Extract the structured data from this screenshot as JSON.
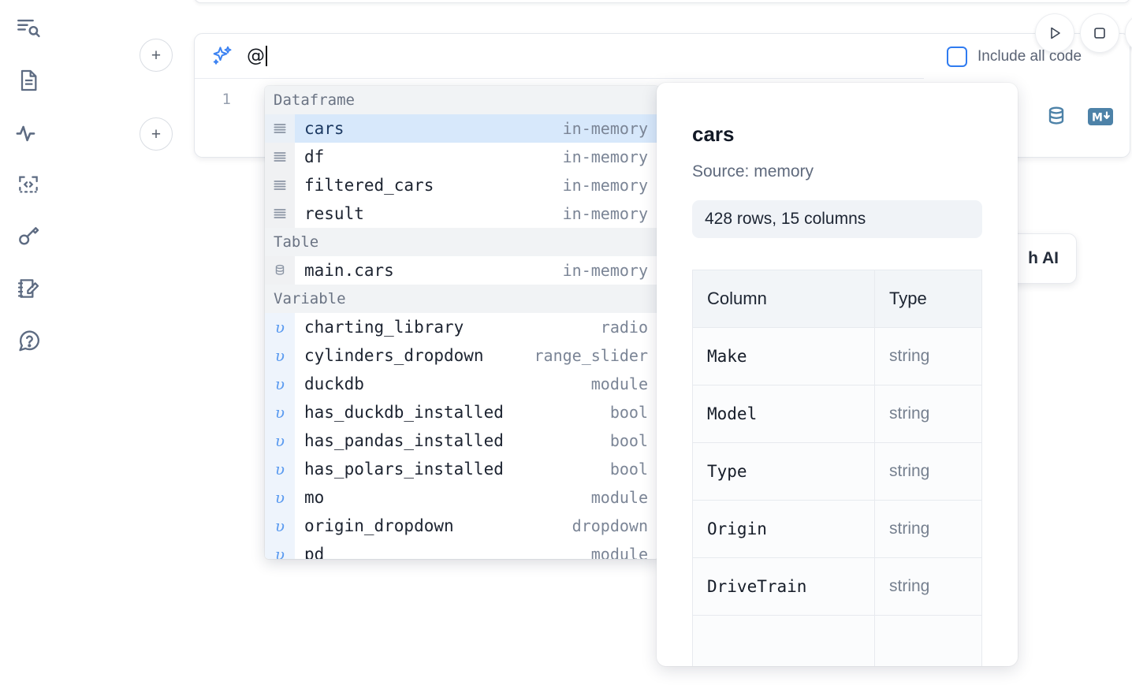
{
  "rail": {
    "items": [
      {
        "name": "explore-outline-icon",
        "label": "Outline"
      },
      {
        "name": "file-document-icon",
        "label": "Notebook files"
      },
      {
        "name": "activity-variables-icon",
        "label": "Variables"
      },
      {
        "name": "snippets-code-icon",
        "label": "Snippets"
      },
      {
        "name": "secrets-key-icon",
        "label": "Secrets"
      },
      {
        "name": "scratchpad-edit-icon",
        "label": "Scratchpad"
      },
      {
        "name": "help-chat-icon",
        "label": "Help"
      }
    ]
  },
  "cells": {
    "add_button_label": "+",
    "line_number": "1"
  },
  "ai_prompt": {
    "icon": "sparkles-icon",
    "value": "@",
    "include_all_code_label": "Include all code",
    "include_all_code_checked": false
  },
  "run_controls": {
    "play_label": "Run cell",
    "stop_label": "Interrupt",
    "extra_label": "More"
  },
  "cell_toolbar": {
    "database_icon_label": "Database",
    "markdown_icon_label": "M↓"
  },
  "floating_card": {
    "text": "h AI"
  },
  "autocomplete": {
    "sections": [
      {
        "header": "Dataframe",
        "icon": "lines-dataframe-icon",
        "kind": "dataframe",
        "items": [
          {
            "name": "cars",
            "meta": "in-memory",
            "selected": true
          },
          {
            "name": "df",
            "meta": "in-memory",
            "selected": false
          },
          {
            "name": "filtered_cars",
            "meta": "in-memory",
            "selected": false
          },
          {
            "name": "result",
            "meta": "in-memory",
            "selected": false
          }
        ]
      },
      {
        "header": "Table",
        "icon": "database-table-icon",
        "kind": "table",
        "items": [
          {
            "name": "main.cars",
            "meta": "in-memory",
            "selected": false
          }
        ]
      },
      {
        "header": "Variable",
        "icon": "variable-upsilon-icon",
        "kind": "variable",
        "items": [
          {
            "name": "charting_library",
            "meta": "radio",
            "selected": false
          },
          {
            "name": "cylinders_dropdown",
            "meta": "range_slider",
            "selected": false
          },
          {
            "name": "duckdb",
            "meta": "module",
            "selected": false
          },
          {
            "name": "has_duckdb_installed",
            "meta": "bool",
            "selected": false
          },
          {
            "name": "has_pandas_installed",
            "meta": "bool",
            "selected": false
          },
          {
            "name": "has_polars_installed",
            "meta": "bool",
            "selected": false
          },
          {
            "name": "mo",
            "meta": "module",
            "selected": false
          },
          {
            "name": "origin_dropdown",
            "meta": "dropdown",
            "selected": false
          },
          {
            "name": "pd",
            "meta": "module",
            "selected": false
          }
        ]
      }
    ]
  },
  "detail": {
    "title": "cars",
    "source": "Source: memory",
    "shape": "428 rows, 15 columns",
    "columns_header": "Column",
    "type_header": "Type",
    "rows": [
      {
        "column": "Make",
        "type": "string"
      },
      {
        "column": "Model",
        "type": "string"
      },
      {
        "column": "Type",
        "type": "string"
      },
      {
        "column": "Origin",
        "type": "string"
      },
      {
        "column": "DriveTrain",
        "type": "string"
      },
      {
        "column": "",
        "type": ""
      }
    ]
  },
  "colors": {
    "accent_blue": "#3d83f2",
    "selected_row": "#d7e8fb",
    "icon_steel": "#4d82a8",
    "muted_text": "#7b8596"
  }
}
